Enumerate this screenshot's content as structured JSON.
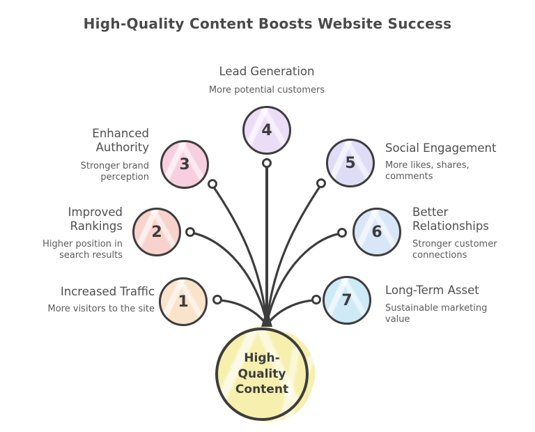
{
  "title": "High-Quality Content Boosts Website Success",
  "center": {
    "label": "High-Quality Content",
    "color": "#f6efad"
  },
  "nodes": [
    {
      "number": "1",
      "title": "Increased Traffic",
      "subtitle": "More visitors to the site",
      "color": "#fae3cb"
    },
    {
      "number": "2",
      "title": "Improved Rankings",
      "subtitle": "Higher position in search results",
      "color": "#f8d2cc"
    },
    {
      "number": "3",
      "title": "Enhanced Authority",
      "subtitle": "Stronger brand perception",
      "color": "#f8cfe0"
    },
    {
      "number": "4",
      "title": "Lead Generation",
      "subtitle": "More potential customers",
      "color": "#ecddf6"
    },
    {
      "number": "5",
      "title": "Social Engagement",
      "subtitle": "More likes, shares, comments",
      "color": "#dfddf5"
    },
    {
      "number": "6",
      "title": "Better Relationships",
      "subtitle": "Stronger customer connections",
      "color": "#d9e6f8"
    },
    {
      "number": "7",
      "title": "Long-Term Asset",
      "subtitle": "Sustainable marketing value",
      "color": "#cdeaf6"
    }
  ],
  "colors": {
    "stroke": "#3d3d3d",
    "title_text": "#4a4a4a",
    "node_title": "#4f4f4f",
    "subtitle_text": "#5a5a5a",
    "dot_fill": "#ffffff"
  }
}
